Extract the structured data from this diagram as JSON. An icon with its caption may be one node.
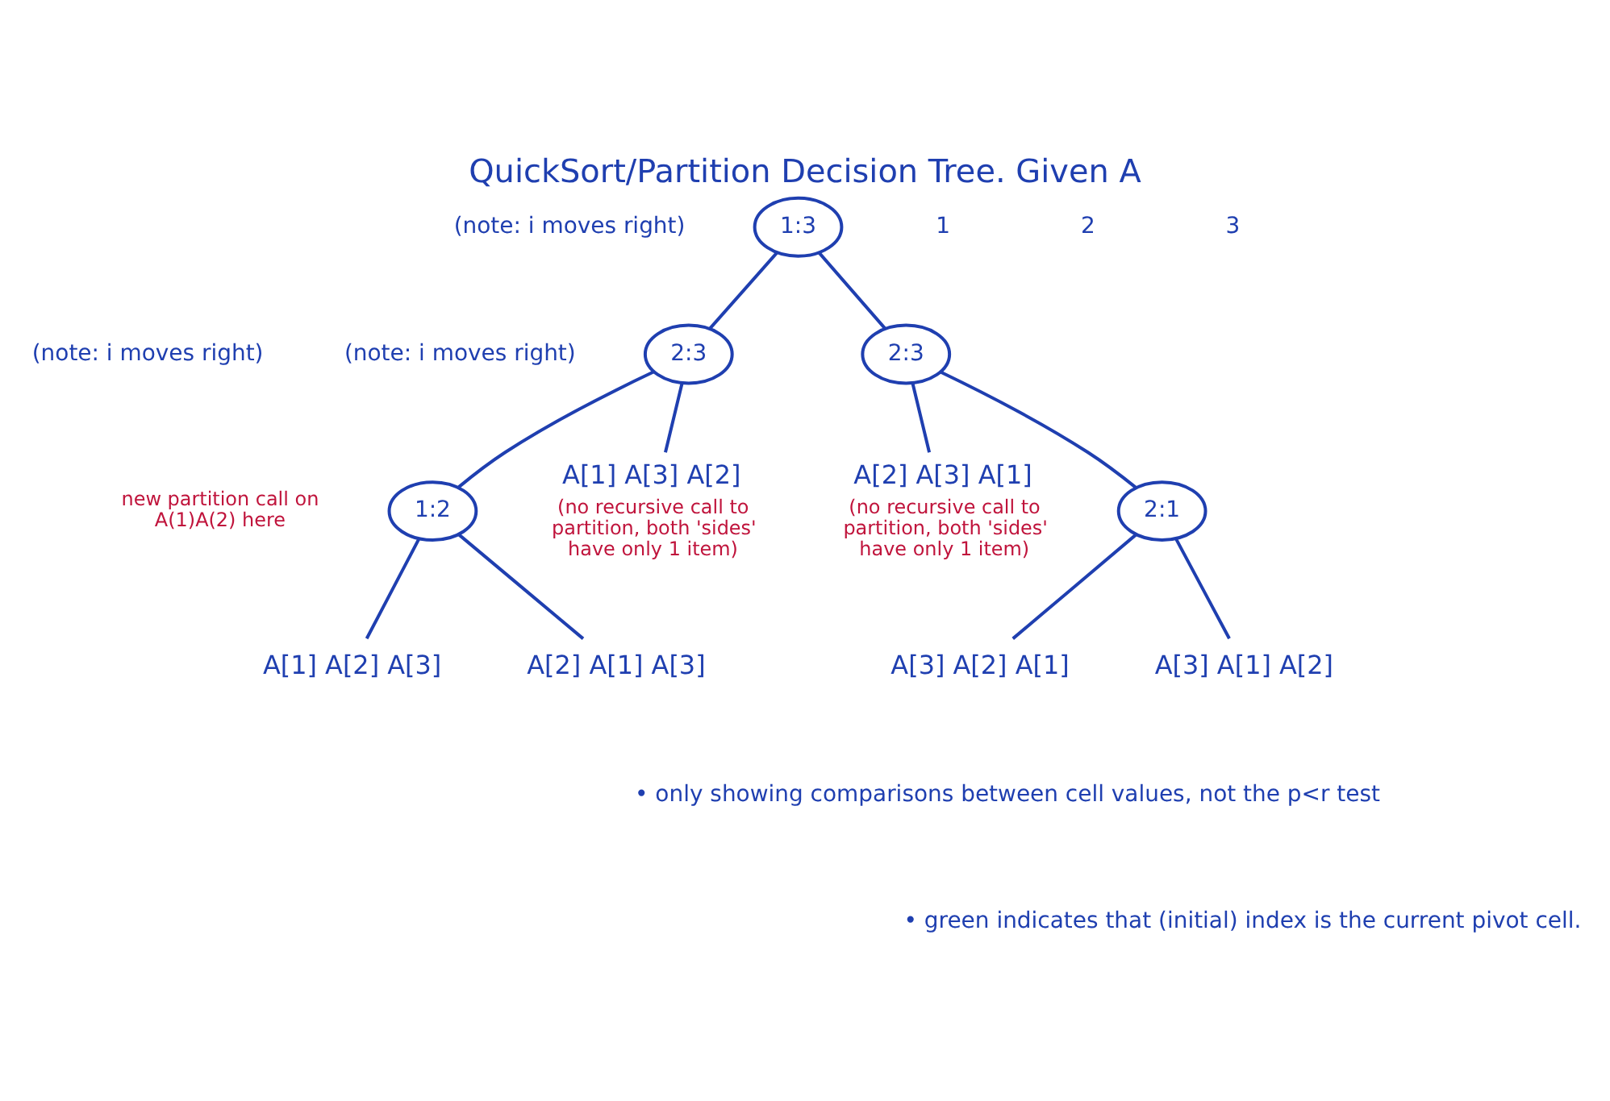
{
  "diagram": {
    "title": "QuickSort/Partition Decision Tree. Given A",
    "nodes": [
      {
        "text": [
          "1:3"
        ]
      },
      {
        "text": [
          "2:3"
        ]
      },
      {
        "text": [
          "2:3"
        ]
      },
      {
        "text": [
          "1:2"
        ],
        "beside": [
          "new partition call on A(1)A(2) here"
        ]
      },
      {
        "text": [
          "A[1] A[3] A[2]"
        ],
        "beside": [
          "(no recursive call to partition, both 'sides' have only 1 item)"
        ]
      },
      {
        "text": [
          "A[2] A[3] A[1]"
        ],
        "beside": [
          "(no recursive call to partition, both 'sides' have only 1 item)"
        ]
      },
      {
        "text": [
          "2:1"
        ]
      },
      {
        "text": [
          "A[1] A[2] A[3]"
        ]
      },
      {
        "text": [
          "A[2] A[1] A[3]"
        ]
      },
      {
        "text": [
          "A[3] A[2] A[1]"
        ]
      },
      {
        "text": [
          "A[3] A[1] A[2]"
        ]
      }
    ],
    "edges": [
      {
        "from": 0,
        "to": 1,
        "arrow": "none"
      },
      {
        "from": 0,
        "to": 2,
        "arrow": "none"
      },
      {
        "from": 1,
        "to": 3,
        "arrow": "none"
      },
      {
        "from": 1,
        "to": 4,
        "arrow": "none"
      },
      {
        "from": 2,
        "to": 5,
        "arrow": "none"
      },
      {
        "from": 2,
        "to": 6,
        "arrow": "none"
      },
      {
        "from": 3,
        "to": 7,
        "arrow": "none"
      },
      {
        "from": 3,
        "to": 8,
        "arrow": "none"
      },
      {
        "from": 6,
        "to": 9,
        "arrow": "none"
      },
      {
        "from": 6,
        "to": 10,
        "arrow": "none"
      }
    ],
    "labels": [
      "1",
      "2",
      "3",
      "(note: i moves right)",
      "(note: i moves right)",
      "(note: i moves right)",
      "• only showing comparisons between cell values, not the p<r test",
      "• green indicates that (initial) index is the current pivot cell."
    ]
  }
}
